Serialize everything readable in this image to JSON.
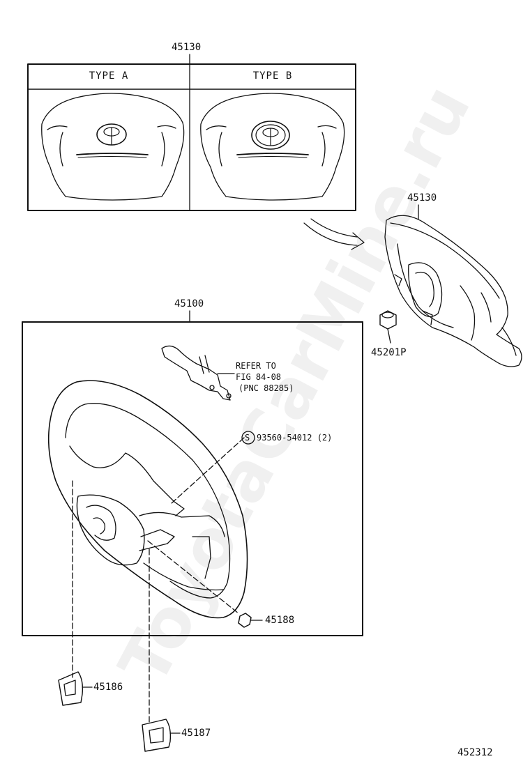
{
  "colors": {
    "ink": "#111111",
    "watermark": "#000000"
  },
  "parts": {
    "top_box_number": "45130",
    "type_a": "TYPE A",
    "type_b": "TYPE B",
    "pad_number": "45130",
    "nut_number": "45201P",
    "wheel_box_number": "45100",
    "refer_line1": "REFER TO",
    "refer_line2": "FIG 84-08",
    "refer_line3": "(PNC 88285)",
    "screw_symbol": "S",
    "screw_number": "93560-54012 (2)",
    "bolt_number": "45188",
    "cover_left_number": "45186",
    "cover_right_number": "45187",
    "drawing_number": "452312"
  },
  "watermark": "ToyotaCarMine.ru"
}
